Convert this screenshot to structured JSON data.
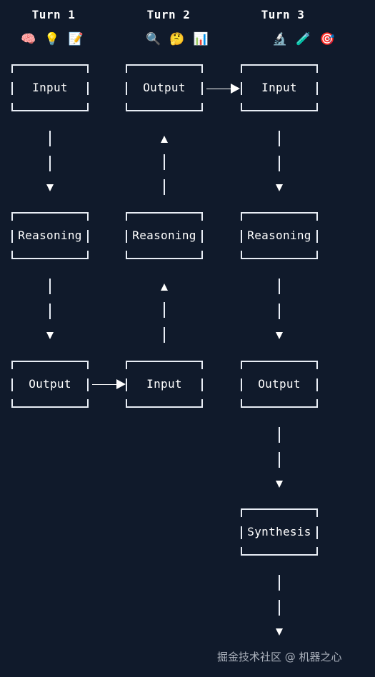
{
  "turns": [
    {
      "title": "Turn 1",
      "emojis": [
        "🧠",
        "💡",
        "📝"
      ]
    },
    {
      "title": "Turn 2",
      "emojis": [
        "🔍",
        "🤔",
        "📊"
      ]
    },
    {
      "title": "Turn 3",
      "emojis": [
        "🔬",
        "🧪",
        "🎯"
      ]
    }
  ],
  "nodes": {
    "t1_input": "Input",
    "t1_reasoning": "Reasoning",
    "t1_output": "Output",
    "t2_output": "Output",
    "t2_reasoning": "Reasoning",
    "t2_input": "Input",
    "t3_input": "Input",
    "t3_reasoning": "Reasoning",
    "t3_output": "Output",
    "t3_synthesis": "Synthesis"
  },
  "watermark": "掘金技术社区 @ 机器之心"
}
